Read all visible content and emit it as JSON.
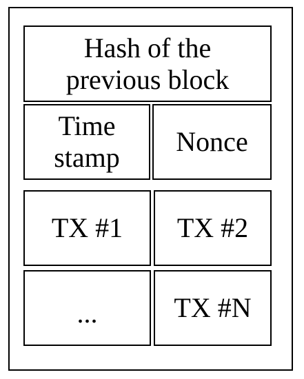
{
  "block": {
    "header": {
      "hash_label": "Hash of the\nprevious block",
      "timestamp_label": "Time\nstamp",
      "nonce_label": "Nonce"
    },
    "transactions": [
      {
        "label": "TX #1"
      },
      {
        "label": "TX #2"
      },
      {
        "label": "..."
      },
      {
        "label": "TX #N"
      }
    ]
  }
}
